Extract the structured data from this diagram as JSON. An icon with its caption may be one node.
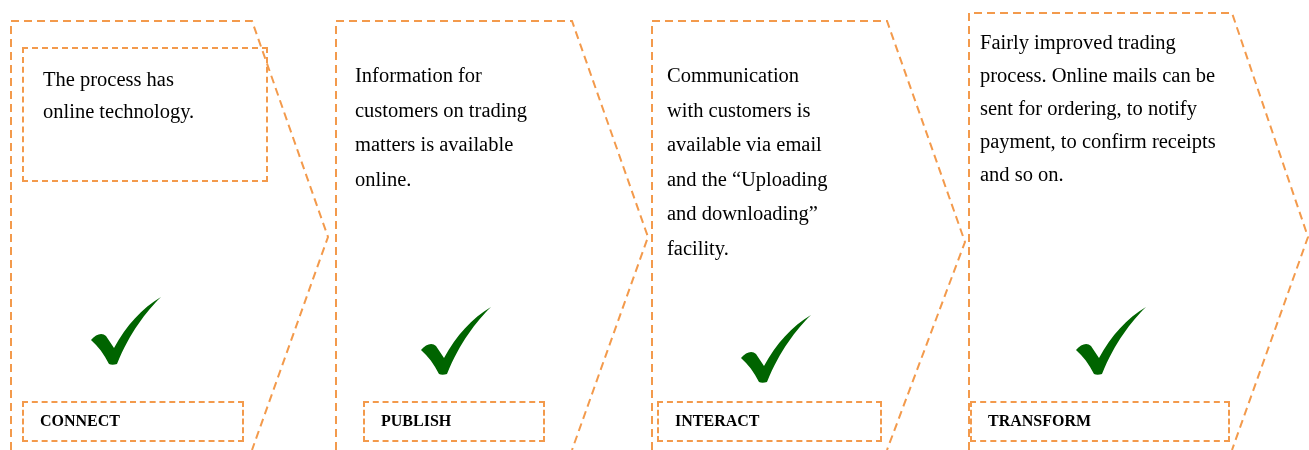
{
  "diagram": {
    "nodes": [
      {
        "text": [],
        "shape": "chevron"
      },
      {
        "text": [
          "The process has online technology."
        ],
        "in": 0
      },
      {
        "text": [
          "CONNECT"
        ],
        "in": 0
      },
      {
        "text": [
          "Information for customers on trading matters is available online."
        ]
      },
      {
        "text": [
          "PUBLISH"
        ],
        "in": 3
      },
      {
        "text": [
          "Communication with customers is available via email and the “Uploading and downloading” facility."
        ]
      },
      {
        "text": [
          "INTERACT"
        ],
        "in": 5
      },
      {
        "text": [
          "Fairly improved trading process. Online mails can be sent for ordering, to notify payment, to confirm receipts and  so on."
        ]
      },
      {
        "text": [
          "TRANSFORM"
        ],
        "in": 7
      }
    ]
  }
}
